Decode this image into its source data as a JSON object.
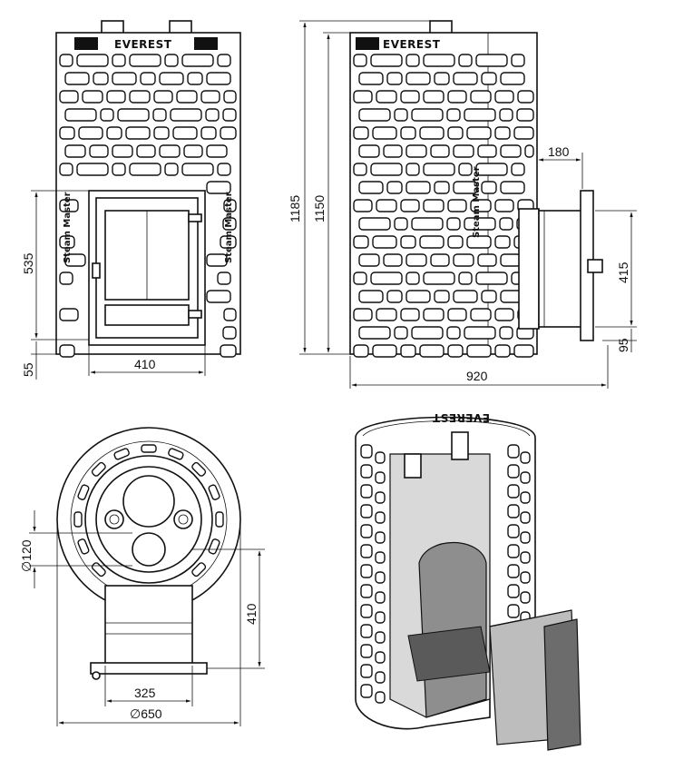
{
  "front_view": {
    "brand": "EVEREST",
    "side_label": "Steam Master",
    "dim_door_height": "535",
    "dim_base": "55",
    "dim_width": "410"
  },
  "side_view": {
    "brand": "EVEREST",
    "side_label": "Steam Master",
    "dim_total_height": "1185",
    "dim_body_height": "1150",
    "dim_tunnel_length": "180",
    "dim_tunnel_height": "415",
    "dim_tunnel_base": "95",
    "dim_total_depth": "920"
  },
  "top_view": {
    "dim_chimney": "∅120",
    "dim_tunnel_depth": "410",
    "dim_tunnel_width": "325",
    "dim_diameter": "∅650"
  },
  "cutaway_view": {
    "brand": "EVEREST"
  }
}
